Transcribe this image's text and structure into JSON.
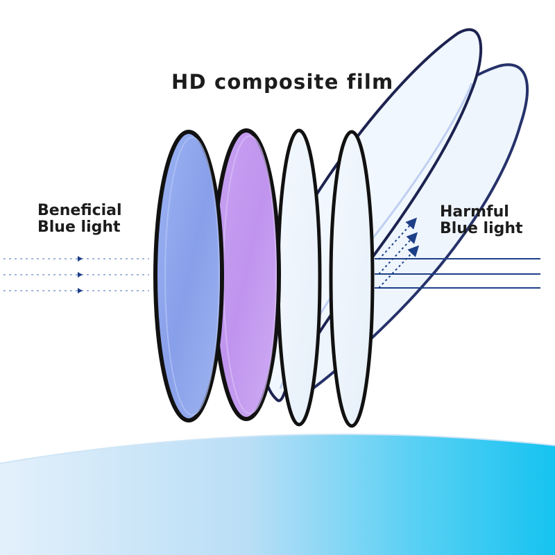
{
  "title": "HD composite film",
  "left_label": {
    "line1": "Beneficial",
    "line2": "Blue light"
  },
  "right_label": {
    "line1": "Harmful",
    "line2": "Blue light"
  },
  "colors": {
    "blue_lens": "#8ea6ee",
    "purple_lens": "#c79cf0",
    "clear_lens_tint": "#eef4fc",
    "dark_rim": "#1f2a5e",
    "arrow_blue": "#1d3f88",
    "ground_left": "#d6e9f7",
    "ground_right": "#1ec8f2"
  }
}
